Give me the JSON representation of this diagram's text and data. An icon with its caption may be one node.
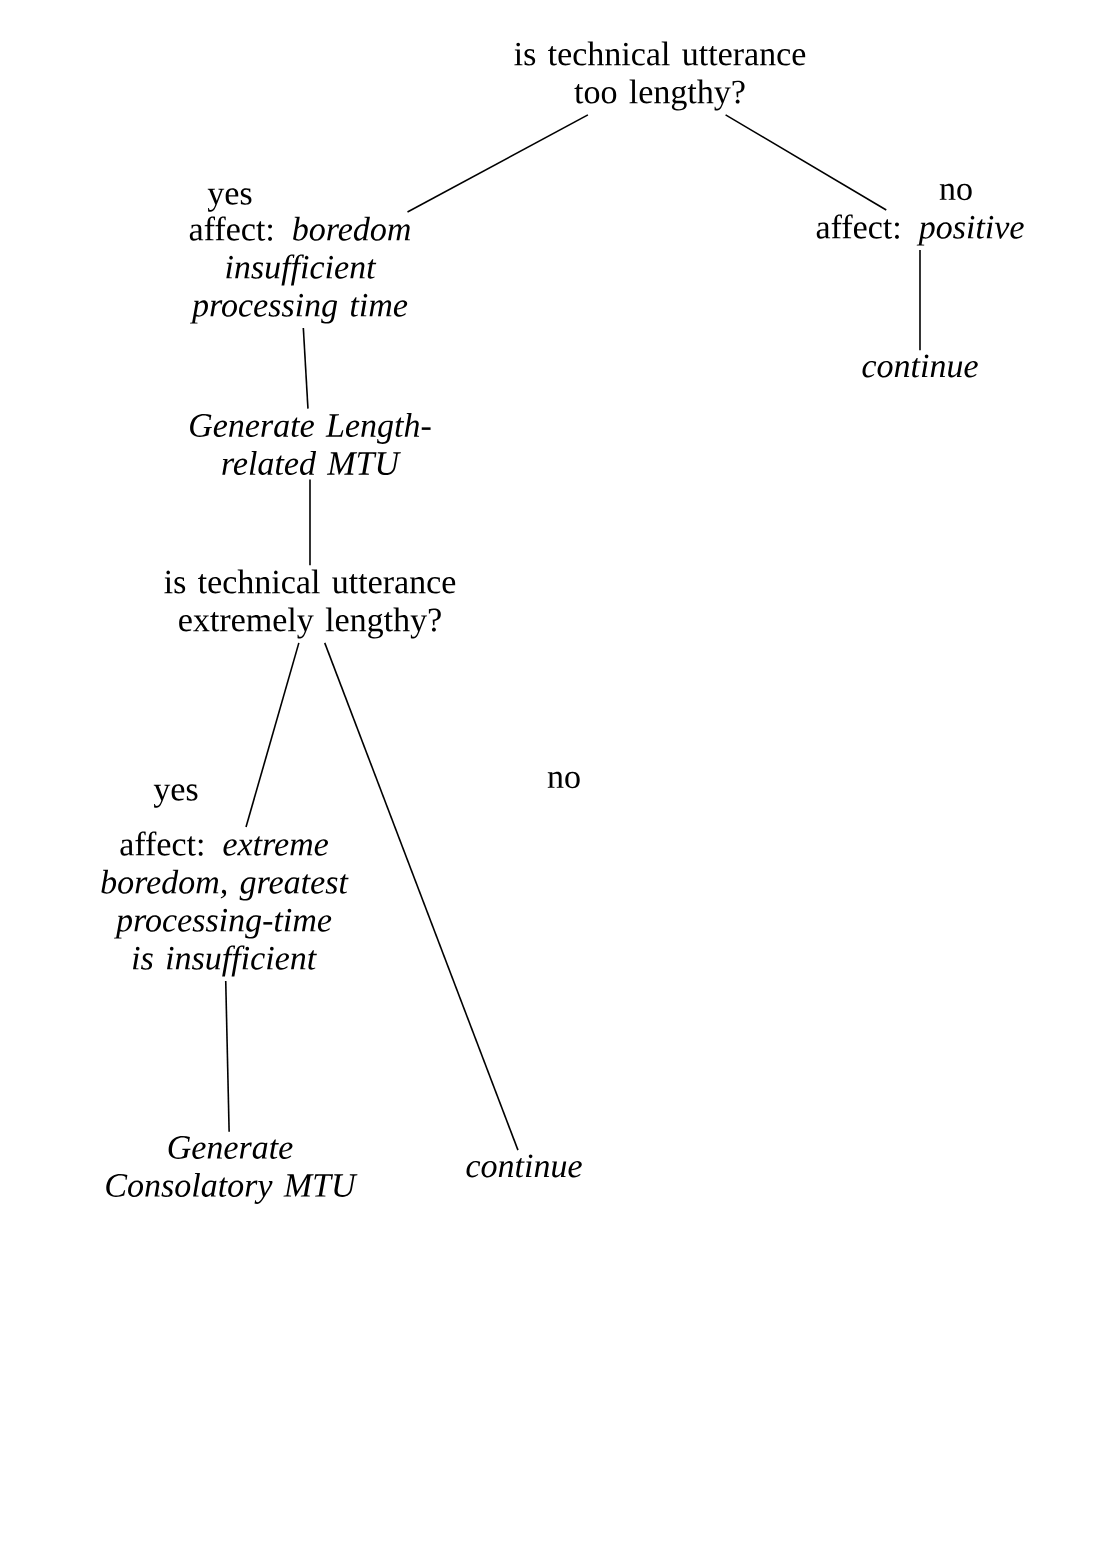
{
  "diagram": {
    "nodes": [
      {
        "text": [
          "is technical utterance too lengthy?"
        ]
      },
      {
        "text": [
          "affect: *boredom insufficient processing time*"
        ]
      },
      {
        "text": [
          "affect: *positive*"
        ]
      },
      {
        "text": [
          "continue"
        ]
      },
      {
        "text": [
          "Generate Length-related MTU"
        ]
      },
      {
        "text": [
          "is technical utterance extremely lengthy?"
        ]
      },
      {
        "text": [
          "affect: *extreme boredom, greatest processing-time is insufficient*"
        ]
      },
      {
        "text": [
          "Generate Consolatory MTU"
        ]
      },
      {
        "text": [
          "continue"
        ]
      }
    ],
    "edges": [
      {
        "from": 0,
        "to": 1,
        "arrow": "none",
        "label": "yes"
      },
      {
        "from": 0,
        "to": 2,
        "arrow": "none",
        "label": "no"
      },
      {
        "from": 2,
        "to": 3,
        "arrow": "none"
      },
      {
        "from": 1,
        "to": 4,
        "arrow": "none"
      },
      {
        "from": 4,
        "to": 5,
        "arrow": "none"
      },
      {
        "from": 5,
        "to": 6,
        "arrow": "none",
        "label": "yes"
      },
      {
        "from": 5,
        "to": 8,
        "arrow": "none",
        "label": "no"
      },
      {
        "from": 6,
        "to": 7,
        "arrow": "none"
      }
    ]
  }
}
